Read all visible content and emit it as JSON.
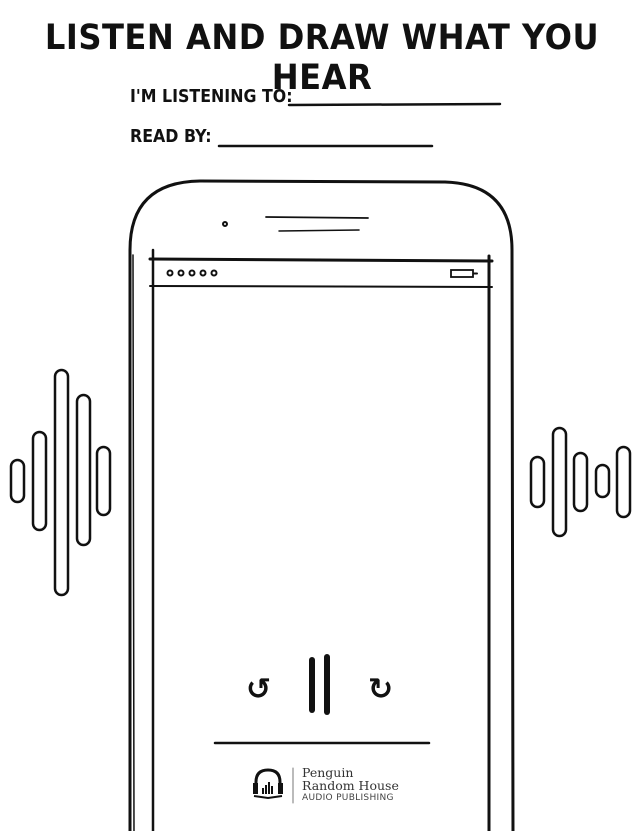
{
  "title": "LISTEN AND DRAW WHAT YOU HEAR",
  "fields": {
    "listening_label": "I'M LISTENING TO:",
    "read_by_label": "READ BY:"
  },
  "player": {
    "rewind_icon": "↺",
    "forward_icon": "↻",
    "pause_icon": "pause-icon"
  },
  "logo": {
    "line1": "Penguin",
    "line2": "Random House",
    "line3": "AUDIO PUBLISHING"
  }
}
